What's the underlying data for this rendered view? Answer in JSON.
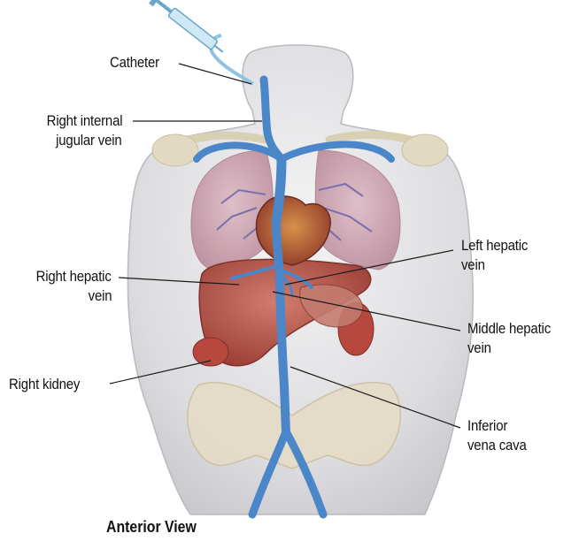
{
  "labels": {
    "catheter": "Catheter",
    "right_internal_jugular_vein_1": "Right internal",
    "right_internal_jugular_vein_2": "jugular vein",
    "left_hepatic_vein_1": "Left hepatic",
    "left_hepatic_vein_2": "vein",
    "right_hepatic_vein_1": "Right hepatic",
    "right_hepatic_vein_2": "vein",
    "middle_hepatic_vein_1": "Middle hepatic",
    "middle_hepatic_vein_2": "vein",
    "right_kidney": "Right kidney",
    "inferior_vena_cava_1": "Inferior",
    "inferior_vena_cava_2": "vena cava"
  },
  "caption": "Anterior View",
  "colors": {
    "vein": "#4a86c8",
    "lung": "#c79aa8",
    "liver": "#b5524a",
    "kidney": "#b8483e",
    "skin": "#e4e4e6",
    "bone": "#ddd5c0"
  }
}
